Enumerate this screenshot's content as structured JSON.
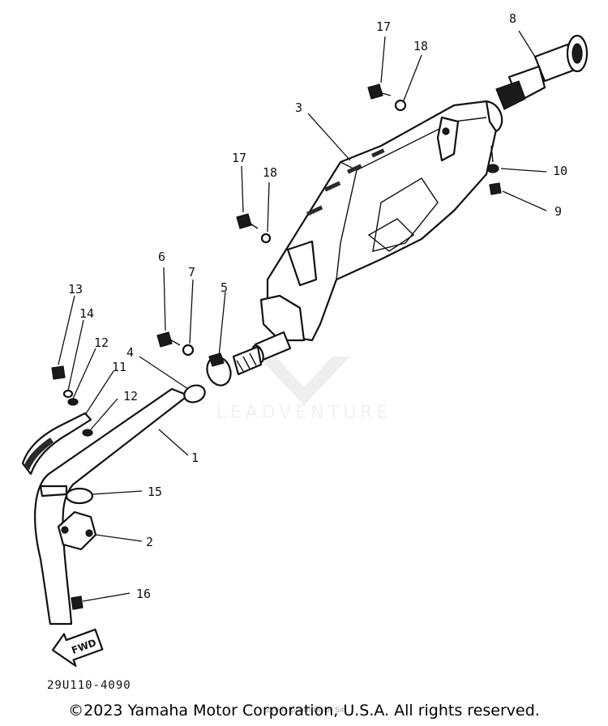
{
  "callouts": [
    {
      "id": "c1",
      "text": "1"
    },
    {
      "id": "c2",
      "text": "2"
    },
    {
      "id": "c3",
      "text": "3"
    },
    {
      "id": "c4",
      "text": "4"
    },
    {
      "id": "c5",
      "text": "5"
    },
    {
      "id": "c6",
      "text": "6"
    },
    {
      "id": "c7",
      "text": "7"
    },
    {
      "id": "c8",
      "text": "8"
    },
    {
      "id": "c9",
      "text": "9"
    },
    {
      "id": "c10",
      "text": "10"
    },
    {
      "id": "c11",
      "text": "11"
    },
    {
      "id": "c12a",
      "text": "12"
    },
    {
      "id": "c12b",
      "text": "12"
    },
    {
      "id": "c13",
      "text": "13"
    },
    {
      "id": "c14",
      "text": "14"
    },
    {
      "id": "c15",
      "text": "15"
    },
    {
      "id": "c16",
      "text": "16"
    },
    {
      "id": "c17a",
      "text": "17"
    },
    {
      "id": "c17b",
      "text": "17"
    },
    {
      "id": "c18a",
      "text": "18"
    },
    {
      "id": "c18b",
      "text": "18"
    }
  ],
  "fwd_label": "FWD",
  "watermark": {
    "brand": "LEADVENTURE",
    "sub": "Lorem Ipsum Dolor Sit"
  },
  "diagram_code": "29U110-4090",
  "copyright": "©2023 Yamaha Motor Corporation, U.S.A. All rights reserved."
}
